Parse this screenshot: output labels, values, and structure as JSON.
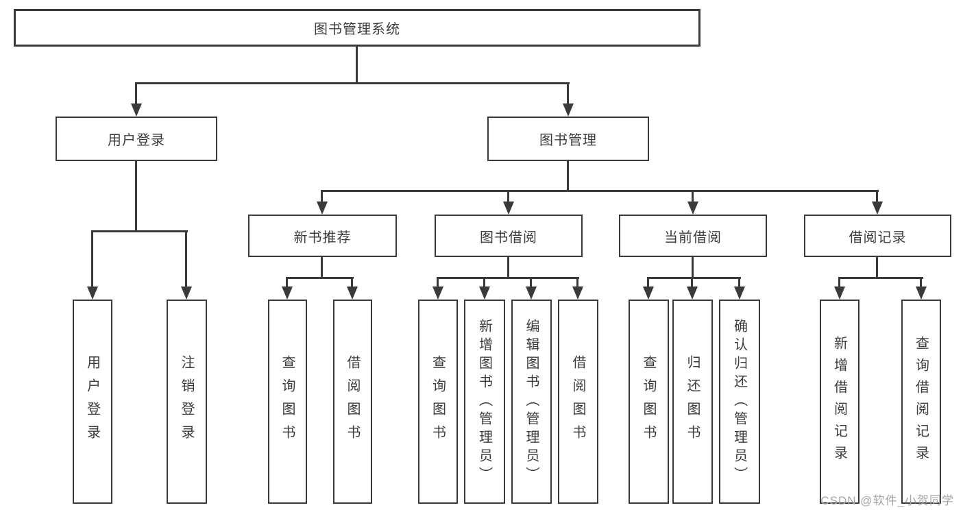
{
  "tree": {
    "label": "图书管理系统",
    "children": [
      {
        "label": "用户登录",
        "children": [
          {
            "label": "用户登录"
          },
          {
            "label": "注销登录"
          }
        ]
      },
      {
        "label": "图书管理",
        "children": [
          {
            "label": "新书推荐",
            "children": [
              {
                "label": "查询图书"
              },
              {
                "label": "借阅图书"
              }
            ]
          },
          {
            "label": "图书借阅",
            "children": [
              {
                "label": "查询图书"
              },
              {
                "label": "新增图书（管理员）"
              },
              {
                "label": "编辑图书（管理员）"
              },
              {
                "label": "借阅图书"
              }
            ]
          },
          {
            "label": "当前借阅",
            "children": [
              {
                "label": "查询图书"
              },
              {
                "label": "归还图书"
              },
              {
                "label": "确认归还（管理员）"
              }
            ]
          },
          {
            "label": "借阅记录",
            "children": [
              {
                "label": "新增借阅记录"
              },
              {
                "label": "查询借阅记录"
              }
            ]
          }
        ]
      }
    ]
  },
  "watermark": {
    "text": "CSDN @软件_小贺同学"
  },
  "colors": {
    "line": "#3a3a3a",
    "text": "#3c3c3c",
    "background": "#ffffff",
    "watermark": "#a6a6a6"
  }
}
